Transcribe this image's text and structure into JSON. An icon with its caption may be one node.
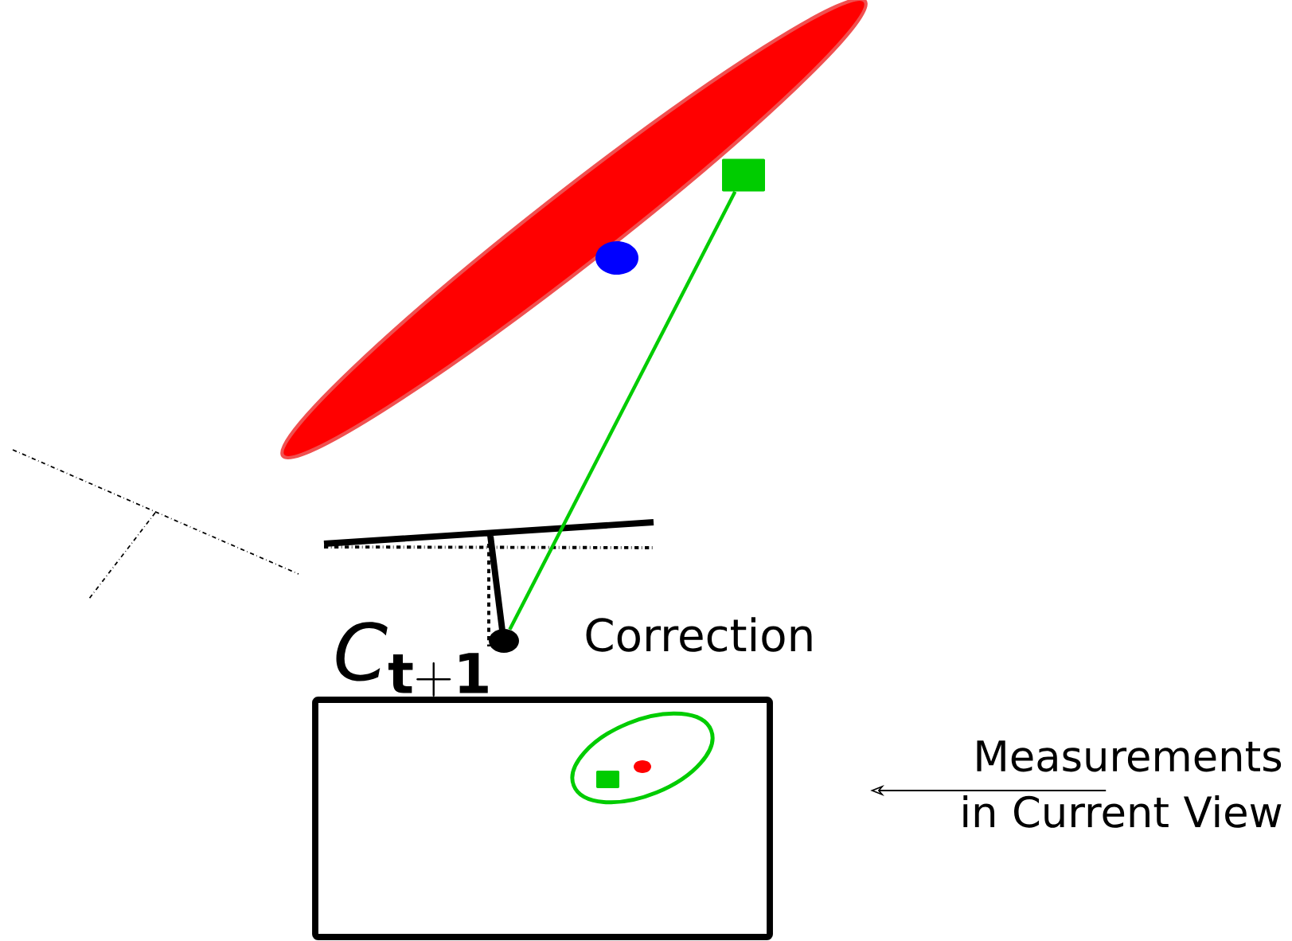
{
  "diagram": {
    "nodes": [
      {
        "text": [],
        "shape": "box"
      },
      {
        "text": [],
        "shape": "circle"
      },
      {
        "text": [
          "Measurements in Current View"
        ]
      }
    ],
    "edges": [
      {
        "from": 0,
        "to": 1,
        "arrow": "none",
        "style": "thick",
        "color": "#00cc00"
      },
      {
        "from": 2,
        "to": null,
        "arrow": "to",
        "color": "#000000"
      }
    ],
    "labels": [
      "Correction",
      "\\mathit{C}_{\\mathbf{t+1}}"
    ]
  }
}
